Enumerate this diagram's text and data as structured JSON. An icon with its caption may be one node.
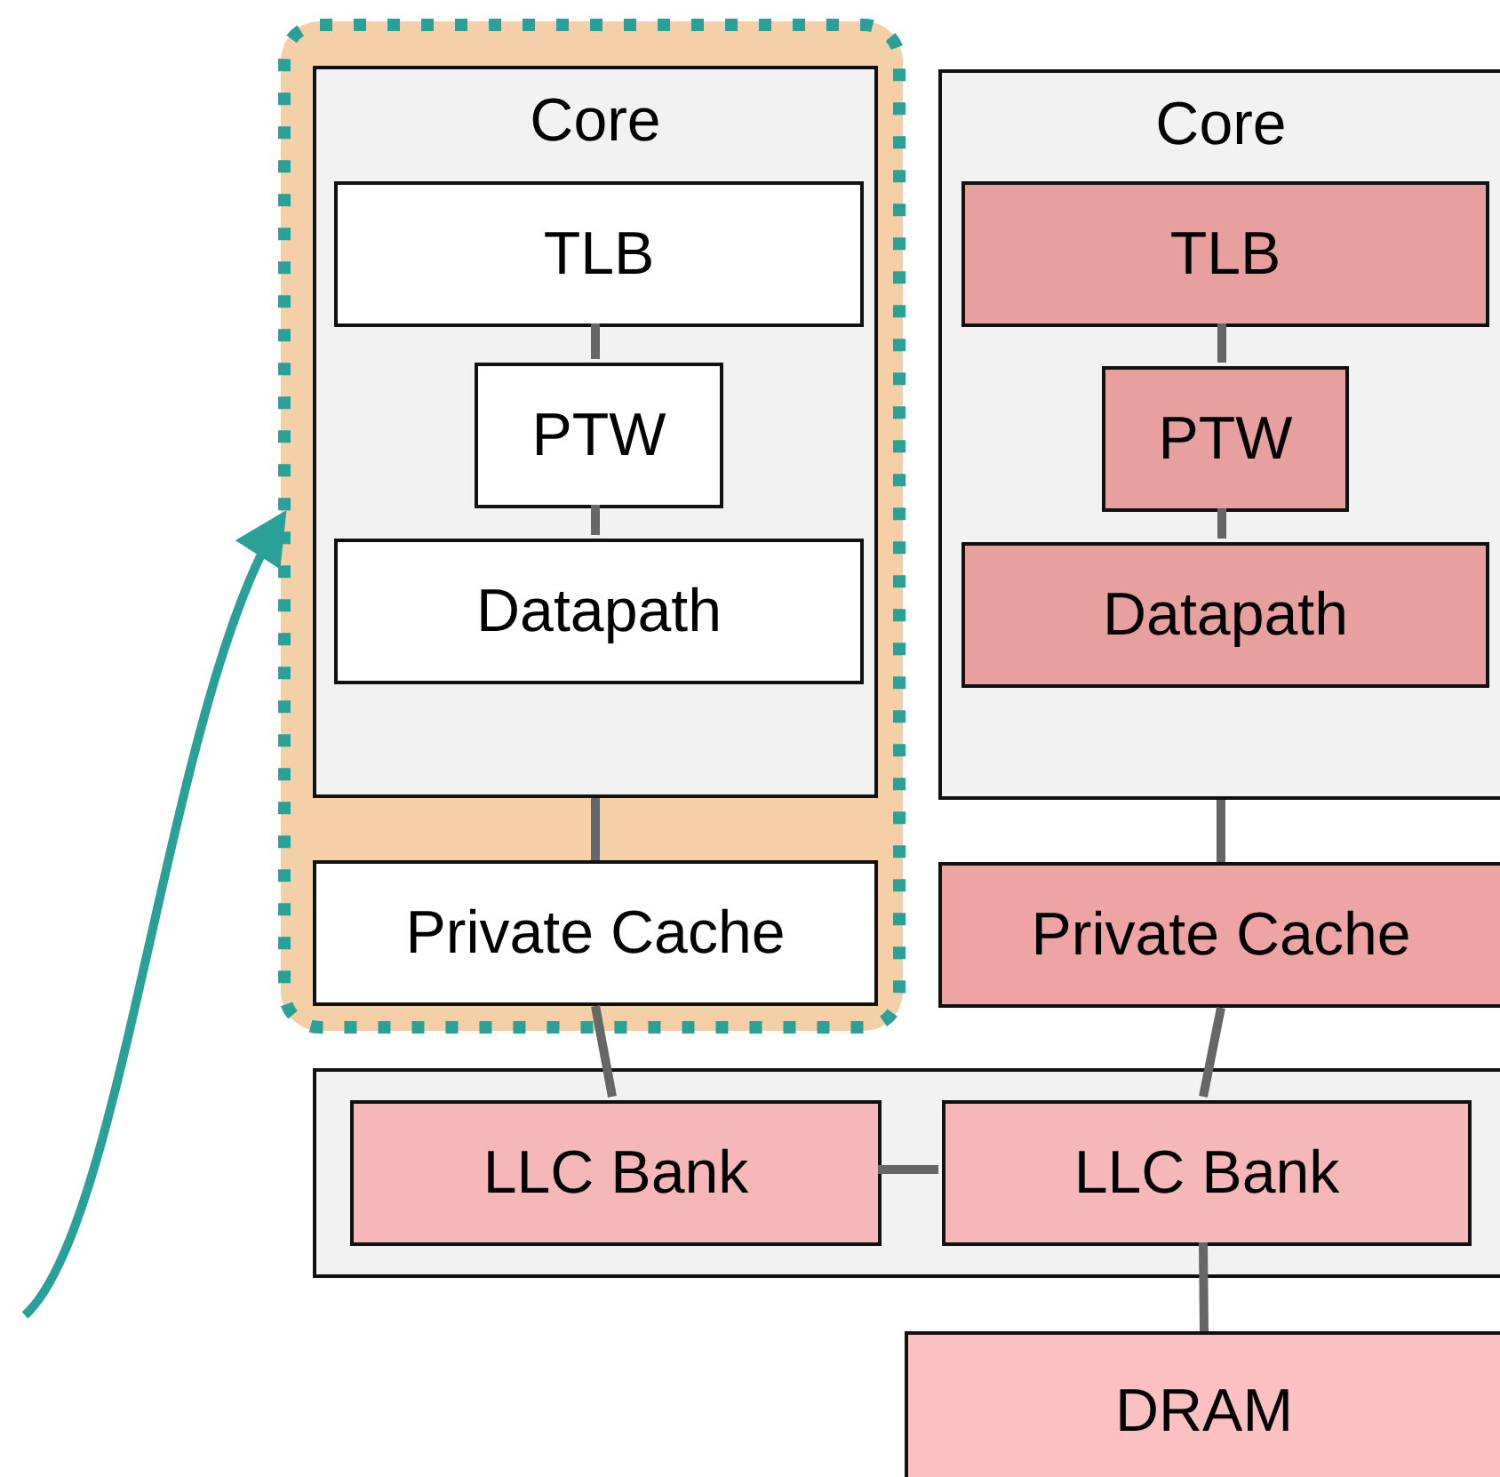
{
  "diagram": {
    "nodes": [
      {
        "text": [],
        "shape": "box"
      },
      {
        "text": [
          "Core"
        ],
        "in": 0
      },
      {
        "text": [
          "TLB"
        ],
        "in": 1
      },
      {
        "text": [
          "PTW"
        ],
        "in": 1
      },
      {
        "text": [
          "Datapath"
        ],
        "in": 1
      },
      {
        "text": [
          "Private Cache"
        ],
        "in": 0
      },
      {
        "text": [
          "Core"
        ]
      },
      {
        "text": [
          "TLB"
        ],
        "in": 6
      },
      {
        "text": [
          "PTW"
        ],
        "in": 6
      },
      {
        "text": [
          "Datapath"
        ],
        "in": 6
      },
      {
        "text": [
          "Private Cache"
        ]
      },
      {
        "text": [],
        "shape": "box"
      },
      {
        "text": [
          "LLC Bank"
        ],
        "in": 11
      },
      {
        "text": [
          "LLC Bank"
        ],
        "in": 11
      },
      {
        "text": [
          "DRAM"
        ]
      }
    ],
    "edges": [
      {
        "from": 2,
        "to": 3,
        "arrow": "none"
      },
      {
        "from": 3,
        "to": 4,
        "arrow": "none"
      },
      {
        "from": 1,
        "to": 5,
        "arrow": "none"
      },
      {
        "from": 7,
        "to": 8,
        "arrow": "none"
      },
      {
        "from": 8,
        "to": 9,
        "arrow": "none"
      },
      {
        "from": 6,
        "to": 10,
        "arrow": "none"
      },
      {
        "from": 5,
        "to": 12,
        "arrow": "none"
      },
      {
        "from": 10,
        "to": 13,
        "arrow": "none"
      },
      {
        "from": 12,
        "to": 13,
        "arrow": "none"
      },
      {
        "from": 13,
        "to": 14,
        "arrow": "none"
      },
      {
        "from": null,
        "to": 0,
        "arrow": "to",
        "color": "#2aa198"
      }
    ]
  }
}
